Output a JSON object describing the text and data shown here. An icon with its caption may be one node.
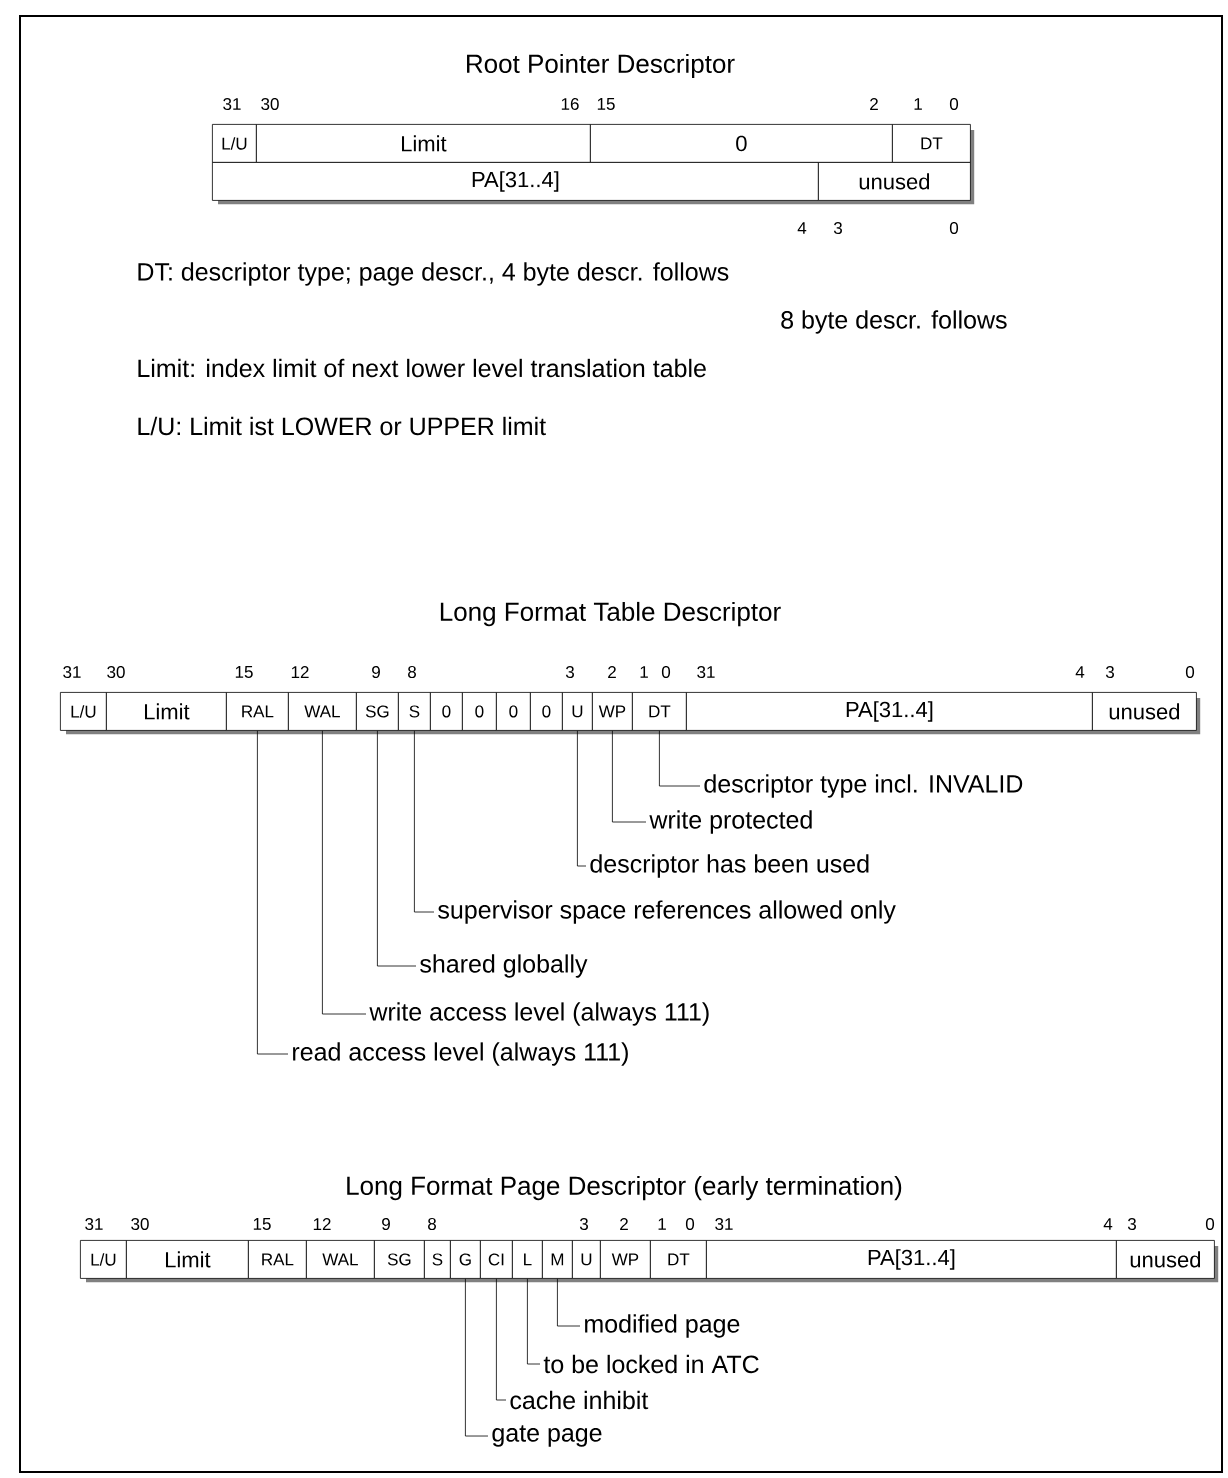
{
  "diagram": {
    "nodes": [
      {
        "text": [
          "L/U"
        ]
      },
      {
        "text": [
          "Limit"
        ]
      },
      {
        "text": [
          "0"
        ]
      },
      {
        "text": [
          "DT"
        ]
      },
      {
        "text": [
          "PA[31..4]"
        ]
      },
      {
        "text": [
          "unused"
        ]
      },
      {
        "text": [
          "L/U"
        ]
      },
      {
        "text": [
          "Limit"
        ]
      },
      {
        "text": [
          "RAL"
        ]
      },
      {
        "text": [
          "WAL"
        ]
      },
      {
        "text": [
          "SG"
        ]
      },
      {
        "text": [
          "S"
        ]
      },
      {
        "text": [
          "0"
        ]
      },
      {
        "text": [
          "0"
        ]
      },
      {
        "text": [
          "0"
        ]
      },
      {
        "text": [
          "0"
        ]
      },
      {
        "text": [
          "U"
        ]
      },
      {
        "text": [
          "WP"
        ]
      },
      {
        "text": [
          "DT"
        ]
      },
      {
        "text": [
          "PA[31..4]"
        ]
      },
      {
        "text": [
          "unused"
        ]
      },
      {
        "text": [
          "descriptor type incl. INVALID"
        ]
      },
      {
        "text": [
          "write protected"
        ]
      },
      {
        "text": [
          "descriptor has been used"
        ]
      },
      {
        "text": [
          "supervisor space references allowed only"
        ]
      },
      {
        "text": [
          "shared globally"
        ]
      },
      {
        "text": [
          "write access level (always 111)"
        ]
      },
      {
        "text": [
          "read access level (always 111)"
        ]
      },
      {
        "text": [
          "L/U"
        ]
      },
      {
        "text": [
          "Limit"
        ]
      },
      {
        "text": [
          "RAL"
        ]
      },
      {
        "text": [
          "WAL"
        ]
      },
      {
        "text": [
          "SG"
        ]
      },
      {
        "text": [
          "S"
        ]
      },
      {
        "text": [
          "G"
        ]
      },
      {
        "text": [
          "CI"
        ]
      },
      {
        "text": [
          "L"
        ]
      },
      {
        "text": [
          "M"
        ]
      },
      {
        "text": [
          "U"
        ]
      },
      {
        "text": [
          "WP"
        ]
      },
      {
        "text": [
          "DT"
        ]
      },
      {
        "text": [
          "PA[31..4]"
        ]
      },
      {
        "text": [
          "unused"
        ]
      },
      {
        "text": [
          "modified page"
        ]
      },
      {
        "text": [
          "to be locked in ATC"
        ]
      },
      {
        "text": [
          "cache inhibit"
        ]
      },
      {
        "text": [
          "gate page"
        ]
      }
    ],
    "edges": [
      {
        "from": 21,
        "to": 18,
        "arrow": "none"
      },
      {
        "from": 22,
        "to": 17,
        "arrow": "none"
      },
      {
        "from": 23,
        "to": 16,
        "arrow": "none"
      },
      {
        "from": 24,
        "to": 11,
        "arrow": "none"
      },
      {
        "from": 25,
        "to": 10,
        "arrow": "none"
      },
      {
        "from": 26,
        "to": 9,
        "arrow": "none"
      },
      {
        "from": 27,
        "to": 8,
        "arrow": "none"
      },
      {
        "from": 43,
        "to": 37,
        "arrow": "none"
      },
      {
        "from": 44,
        "to": 36,
        "arrow": "none"
      },
      {
        "from": 45,
        "to": 35,
        "arrow": "none"
      },
      {
        "from": 46,
        "to": 34,
        "arrow": "none"
      }
    ],
    "labels": [
      "Root Pointer Descriptor",
      "31",
      "30",
      "16",
      "15",
      "2",
      "1",
      "0",
      "4",
      "3",
      "0",
      "DT: descriptor type; page descr., 4 byte descr. follows",
      "8 byte descr. follows",
      "Limit: index limit of next lower level translation table",
      "L/U: Limit ist LOWER or UPPER limit",
      "Long Format Table Descriptor",
      "31",
      "30",
      "15",
      "12",
      "9",
      "8",
      "3",
      "2",
      "1",
      "0",
      "31",
      "4",
      "3",
      "0",
      "Long Format Page Descriptor (early termination)",
      "31",
      "30",
      "15",
      "12",
      "9",
      "8",
      "3",
      "2",
      "1",
      "0",
      "31",
      "4",
      "3",
      "0"
    ]
  }
}
